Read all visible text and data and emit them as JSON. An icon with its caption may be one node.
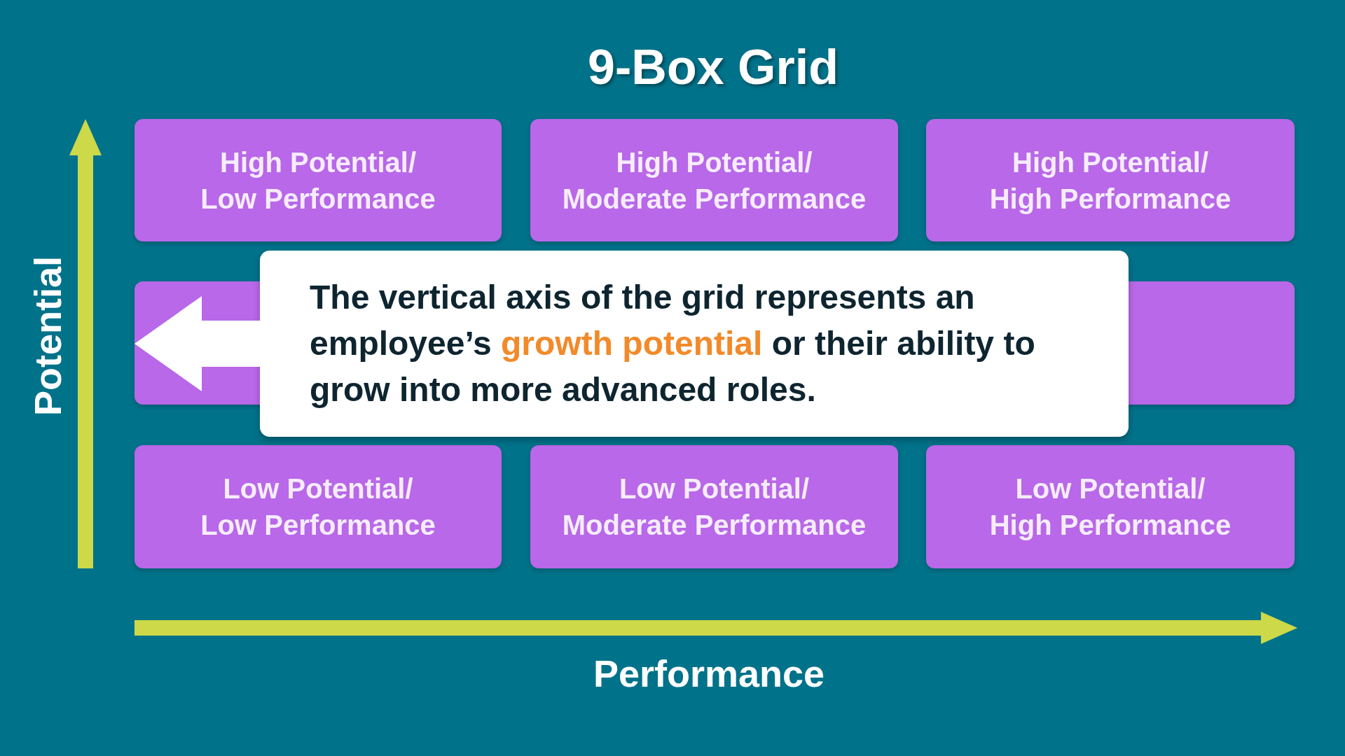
{
  "diagram": {
    "title": "9-Box Grid",
    "nodes": [
      {
        "text": [
          "High Potential/ Low Performance"
        ]
      },
      {
        "text": [
          "High Potential/ Moderate Performance"
        ]
      },
      {
        "text": [
          "High Potential/ High Performance"
        ]
      },
      {
        "text": [
          "The vertical axis of the grid represents an employee’s **growth potential** or their ability to grow into more advanced roles."
        ]
      },
      {
        "text": [],
        "shape": "box"
      },
      {
        "text": [],
        "shape": "box"
      },
      {
        "text": [
          "Low Potential/ Low Performance"
        ]
      },
      {
        "text": [
          "Low Potential/ Moderate Performance"
        ]
      },
      {
        "text": [
          "Low Potential/ High Performance"
        ]
      }
    ],
    "edges": [
      {
        "from": 3,
        "to": 4,
        "arrow": "to"
      }
    ],
    "labels": [
      "Potential",
      "Performance"
    ]
  }
}
